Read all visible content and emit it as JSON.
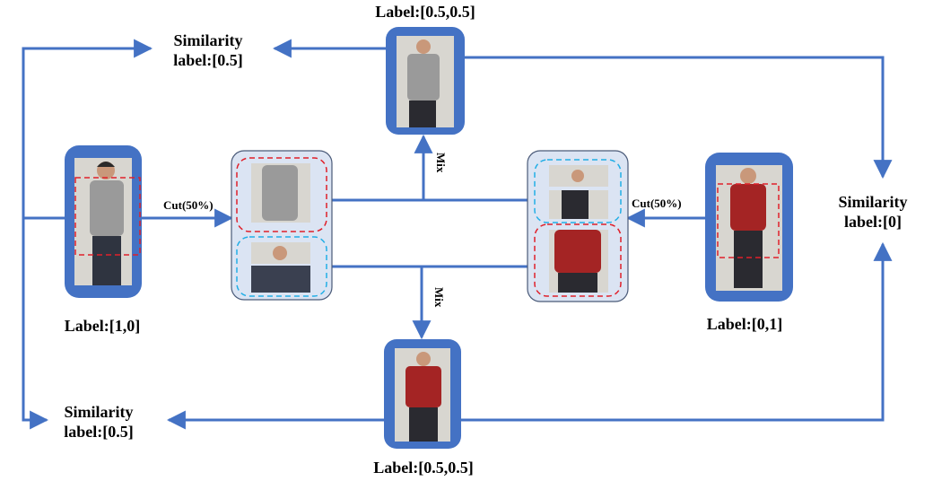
{
  "nodes": {
    "person_a_label": "Label:[1,0]",
    "person_b_label": "Label:[0,1]",
    "mix_top_label": "Label:[0.5,0.5]",
    "mix_bottom_label": "Label:[0.5,0.5]"
  },
  "edges": {
    "cut_left": "Cut(50%)",
    "cut_right": "Cut(50%)",
    "mix_up": "Mix",
    "mix_down": "Mix"
  },
  "similarity": {
    "top_left": [
      "Similarity",
      "label:[0.5]"
    ],
    "bottom_left": [
      "Similarity",
      "label:[0.5]"
    ],
    "right": [
      "Similarity",
      "label:[0]"
    ]
  },
  "colors": {
    "arrow": "#4472c4",
    "card_frame": "#4472c4",
    "panel_fill": "#dbe4f3",
    "panel_stroke": "#4a5a78",
    "dash_red": "#e0202a",
    "dash_cyan": "#22aee6",
    "shirt_gray": "#9a9a9a",
    "shirt_red": "#a42424",
    "pants_dark": "#2a2a30",
    "skin": "#c9987a",
    "photo_bg": "#d8d6d0"
  }
}
